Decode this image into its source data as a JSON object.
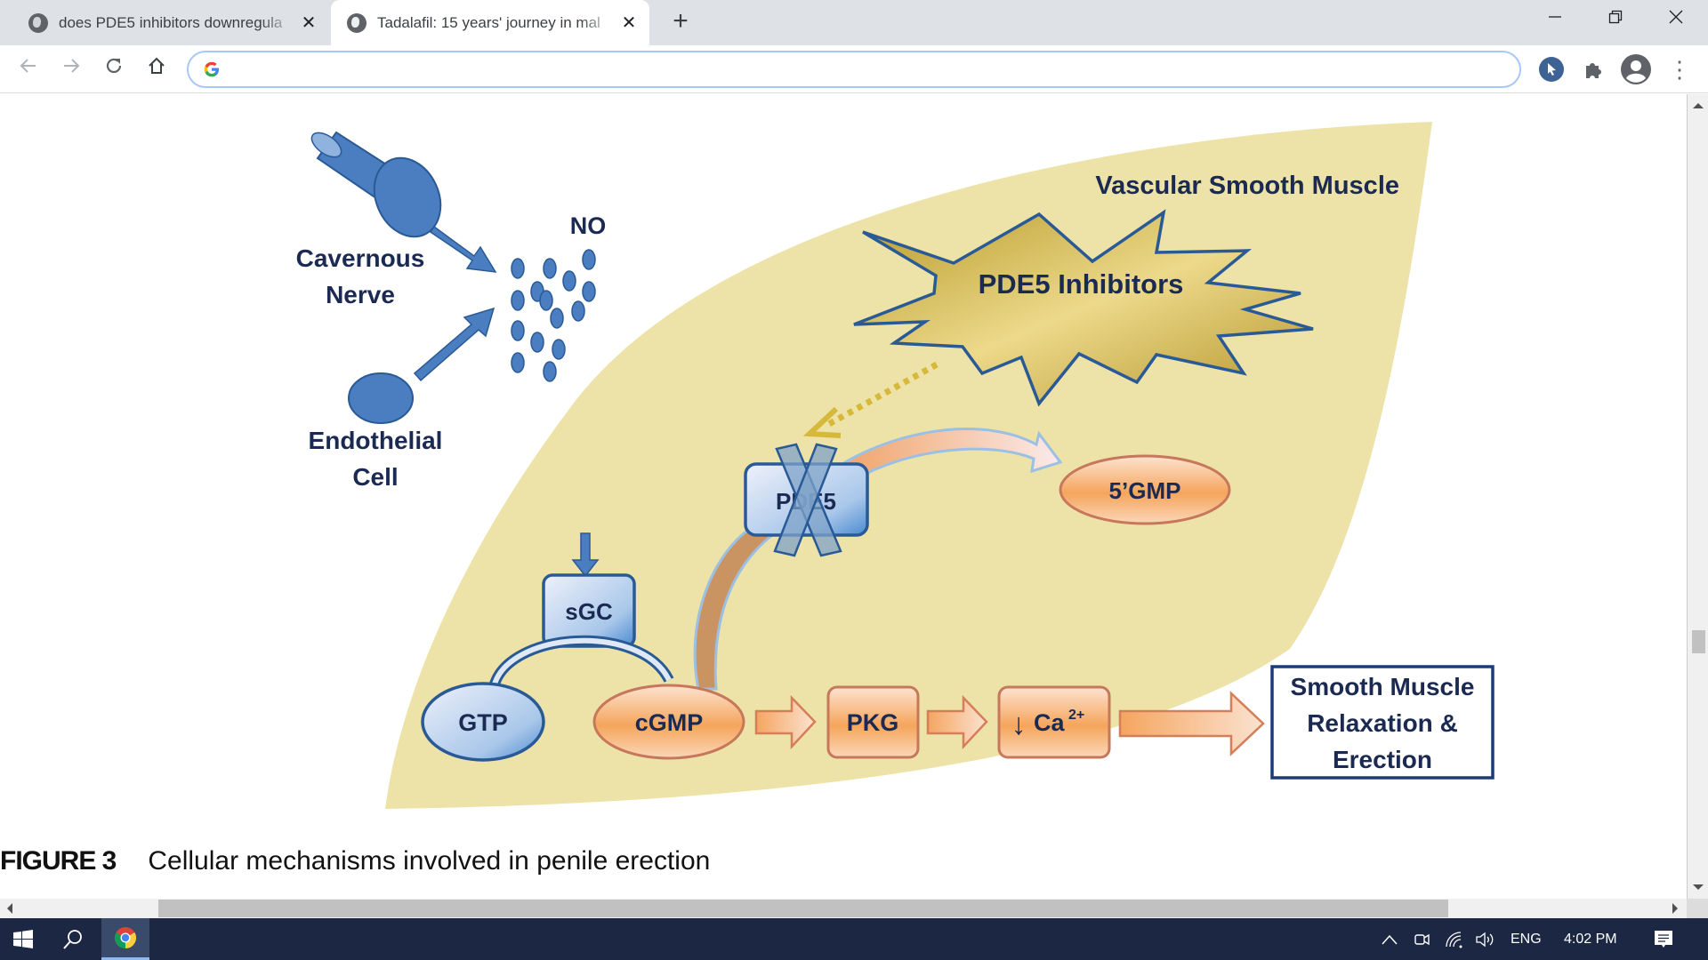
{
  "browser": {
    "tabs": [
      {
        "title": "does PDE5 inhibitors downregula",
        "active": false,
        "icon": "globe-icon"
      },
      {
        "title": "Tadalafil: 15 years' journey in mal",
        "active": true,
        "icon": "globe-icon"
      }
    ],
    "new_tab_label": "+",
    "window_controls": {
      "minimize": "—",
      "restore": "❐",
      "close": "✕"
    },
    "nav": {
      "back": "←",
      "forward": "→",
      "reload": "↻",
      "home": "⌂"
    },
    "omnibox": {
      "value": "",
      "placeholder": "",
      "provider_icon": "G"
    },
    "toolbar_icons": [
      "extension-cursor-icon",
      "puzzle-extensions-icon",
      "profile-icon",
      "menu-kebab-icon"
    ],
    "menu_glyph": "⋮"
  },
  "figure": {
    "labels": {
      "region": "Vascular Smooth Muscle",
      "nerve_line1": "Cavernous",
      "nerve_line2": "Nerve",
      "endo_line1": "Endothelial",
      "endo_line2": "Cell",
      "no": "NO",
      "inhibitors": "PDE5 Inhibitors",
      "pde5": "PDE5",
      "gmp5": "5’GMP",
      "sgc": "sGC",
      "gtp": "GTP",
      "cgmp": "cGMP",
      "pkg": "PKG",
      "ca": "Ca",
      "ca_sup": "2+",
      "ca_arrow": "↓",
      "outcome_line1": "Smooth Muscle",
      "outcome_line2": "Relaxation &",
      "outcome_line3": "Erection"
    },
    "colors": {
      "leaf": "#ede3a8",
      "blue": "#4a7ec0",
      "blue_dark": "#2a5a96",
      "navy_text": "#1b2a52",
      "orange": "#f2a45e",
      "gold": "#c9a93a",
      "dash": "#d6b93a"
    }
  },
  "caption": {
    "label": "FIGURE 3",
    "text": "Cellular mechanisms involved in penile erection"
  },
  "taskbar": {
    "tray": {
      "language": "ENG",
      "time": "4:02 PM"
    },
    "icons": [
      "windows-start-icon",
      "search-icon",
      "chrome-icon"
    ],
    "tray_icons": [
      "chevron-up-icon",
      "meet-now-icon",
      "wifi-icon",
      "volume-icon",
      "notification-icon"
    ]
  }
}
